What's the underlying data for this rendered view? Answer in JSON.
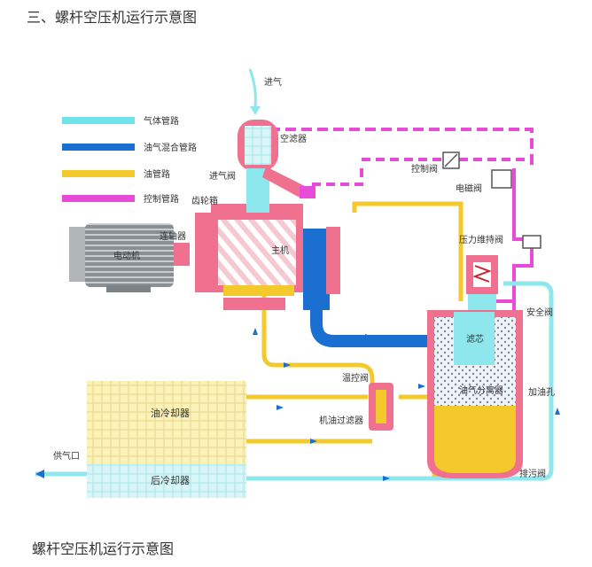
{
  "page": {
    "heading": "三、螺杆空压机运行示意图",
    "caption": "螺杆空压机运行示意图"
  },
  "legend": [
    {
      "label": "气体管路",
      "color": "#6fe3ea"
    },
    {
      "label": "油气混合管路",
      "color": "#1a6fd0"
    },
    {
      "label": "油管路",
      "color": "#f3c92c"
    },
    {
      "label": "控制管路",
      "color": "#e84bd7"
    }
  ],
  "labels": {
    "intake": "进气",
    "air_filter": "空滤器",
    "intake_valve": "进气阀",
    "gearbox": "齿轮箱",
    "coupling": "连轴器",
    "motor": "电动机",
    "main_unit": "主机",
    "control_valve": "控制阀",
    "solenoid_valve": "电磁阀",
    "pressure_valve": "压力维持阀",
    "filter_core": "滤芯",
    "separator": "油气分离器",
    "safety_valve": "安全阀",
    "oil_fill": "加油孔",
    "temp_valve": "温控阀",
    "oil_filter": "机油过滤器",
    "oil_cooler": "油冷却器",
    "after_cooler": "后冷却器",
    "air_outlet": "供气口",
    "drain_valve": "排污阀"
  }
}
